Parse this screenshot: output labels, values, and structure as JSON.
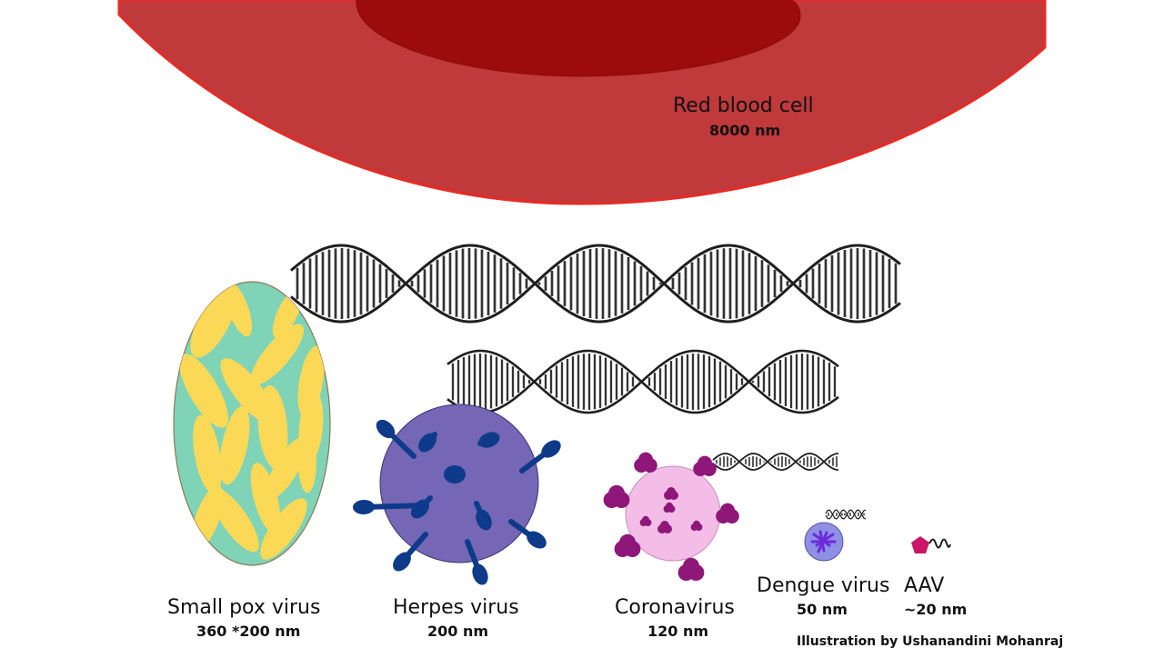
{
  "labels": {
    "rbc_name": "Red blood cell",
    "rbc_size": "8000 nm",
    "smallpox_name": "Small pox virus",
    "smallpox_size": "360 *200 nm",
    "herpes_name": "Herpes virus",
    "herpes_size": "200 nm",
    "corona_name": "Coronavirus",
    "corona_size": "120 nm",
    "dengue_name": "Dengue virus",
    "dengue_size": "50 nm",
    "aav_name": "AAV",
    "aav_size": "~20 nm",
    "credit": "Illustration by Ushanandini Mohanraj"
  },
  "colors": {
    "rbc_outer": "#c0393b",
    "rbc_inner": "#9c0c0d",
    "rbc_edge": "#e62b25",
    "smallpox_body": "#7fd3b7",
    "smallpox_inclusions": "#fbd956",
    "herpes_body": "#7567b5",
    "herpes_spikes": "#0d3b8a",
    "corona_body": "#f4bde8",
    "corona_proteins": "#8e1779",
    "dengue_body": "#8f8fe6",
    "dengue_core": "#6b2ad8",
    "aav_body": "#cc1568",
    "dna": "#1f1f1f"
  },
  "icons": [
    "red-blood-cell",
    "smallpox-virion",
    "herpes-virion",
    "coronavirus-virion",
    "dengue-virion",
    "aav-capsid",
    "dna-double-helix",
    "rna-strand"
  ]
}
